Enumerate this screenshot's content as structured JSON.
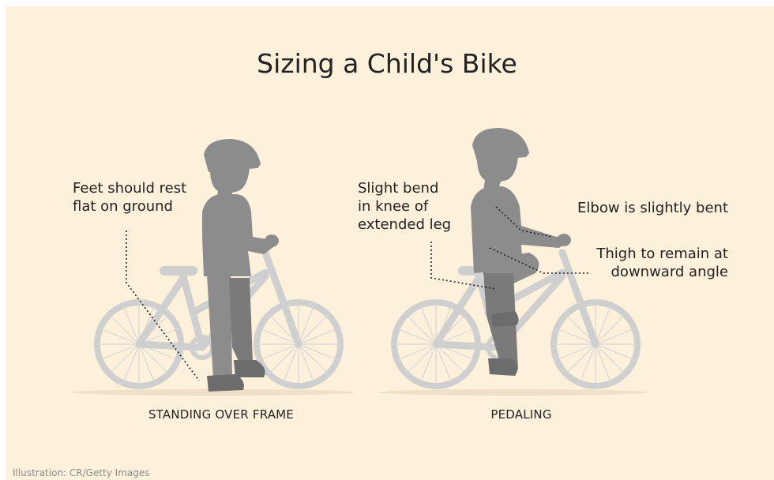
{
  "title": "Sizing a Child's Bike",
  "panels": [
    {
      "caption": "STANDING OVER FRAME",
      "callouts": [
        "Feet should rest\nflat on ground"
      ]
    },
    {
      "caption": "PEDALING",
      "callouts": [
        "Slight bend\nin knee of\nextended leg",
        "Elbow is slightly bent",
        "Thigh to remain at\ndownward angle"
      ]
    }
  ],
  "credit": "Illustration: CR/Getty Images",
  "colors": {
    "background": "#fdf1dc",
    "bike": "#cfcfcf",
    "child": "#8c8c8c",
    "text": "#222222"
  }
}
